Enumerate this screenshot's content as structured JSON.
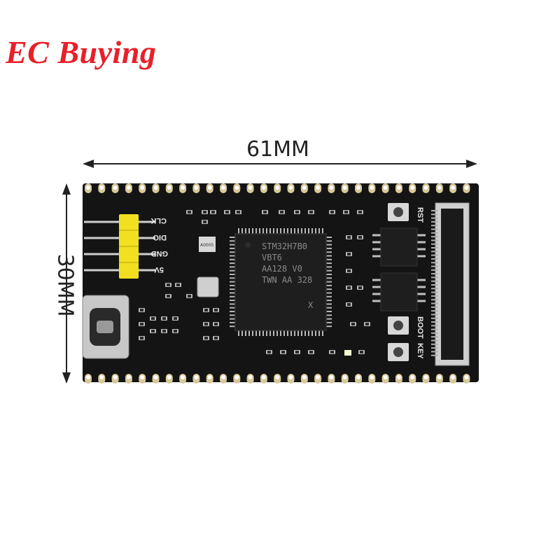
{
  "brand": {
    "logo_text": "EC Buying",
    "color": "#e8202a"
  },
  "dimensions": {
    "width_label": "61MM",
    "height_label": "30MM"
  },
  "board": {
    "pin_header_labels": [
      "CLK",
      "DIO",
      "GND",
      "5V"
    ],
    "button_labels": [
      "RST",
      "BOOT",
      "KEY"
    ],
    "mcu_marking": [
      "STM32H7B0",
      "VBT6",
      "AA128 V0",
      "TWN AA 328",
      "X"
    ],
    "crystal_marking": "A0005",
    "pcb_color": "#141414",
    "header_color": "#f2e020",
    "pad_color": "#d8c89a"
  }
}
